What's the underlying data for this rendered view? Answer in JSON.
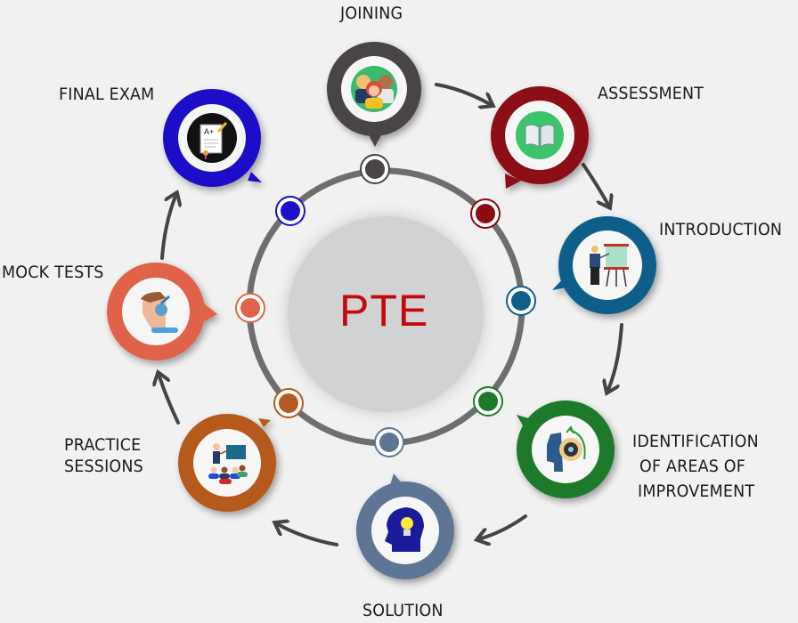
{
  "center": {
    "label": "PTE",
    "color": "#c4090c"
  },
  "steps": [
    {
      "id": "joining",
      "label": "JOINING",
      "color": "#4a4444",
      "icon": "group-people-icon"
    },
    {
      "id": "assessment",
      "label": "ASSESSMENT",
      "color": "#8b0a12",
      "icon": "open-book-icon"
    },
    {
      "id": "introduction",
      "label": "INTRODUCTION",
      "color": "#0e5f8a",
      "icon": "presenter-whiteboard-icon"
    },
    {
      "id": "identification",
      "label_lines": [
        "IDENTIFICATION",
        "OF AREAS OF",
        "IMPROVEMENT"
      ],
      "color": "#1a7a2a",
      "icon": "head-gear-icon"
    },
    {
      "id": "solution",
      "label": "SOLUTION",
      "color": "#5f7596",
      "icon": "head-lightbulb-icon"
    },
    {
      "id": "practice",
      "label_lines": [
        "PRACTICE",
        "SESSIONS"
      ],
      "color": "#b55a1e",
      "icon": "classroom-icon"
    },
    {
      "id": "mock",
      "label": "MOCK TESTS",
      "color": "#e0644a",
      "icon": "headphones-person-icon"
    },
    {
      "id": "final",
      "label": "FINAL EXAM",
      "color": "#1c0fc8",
      "icon": "exam-paper-icon"
    }
  ]
}
